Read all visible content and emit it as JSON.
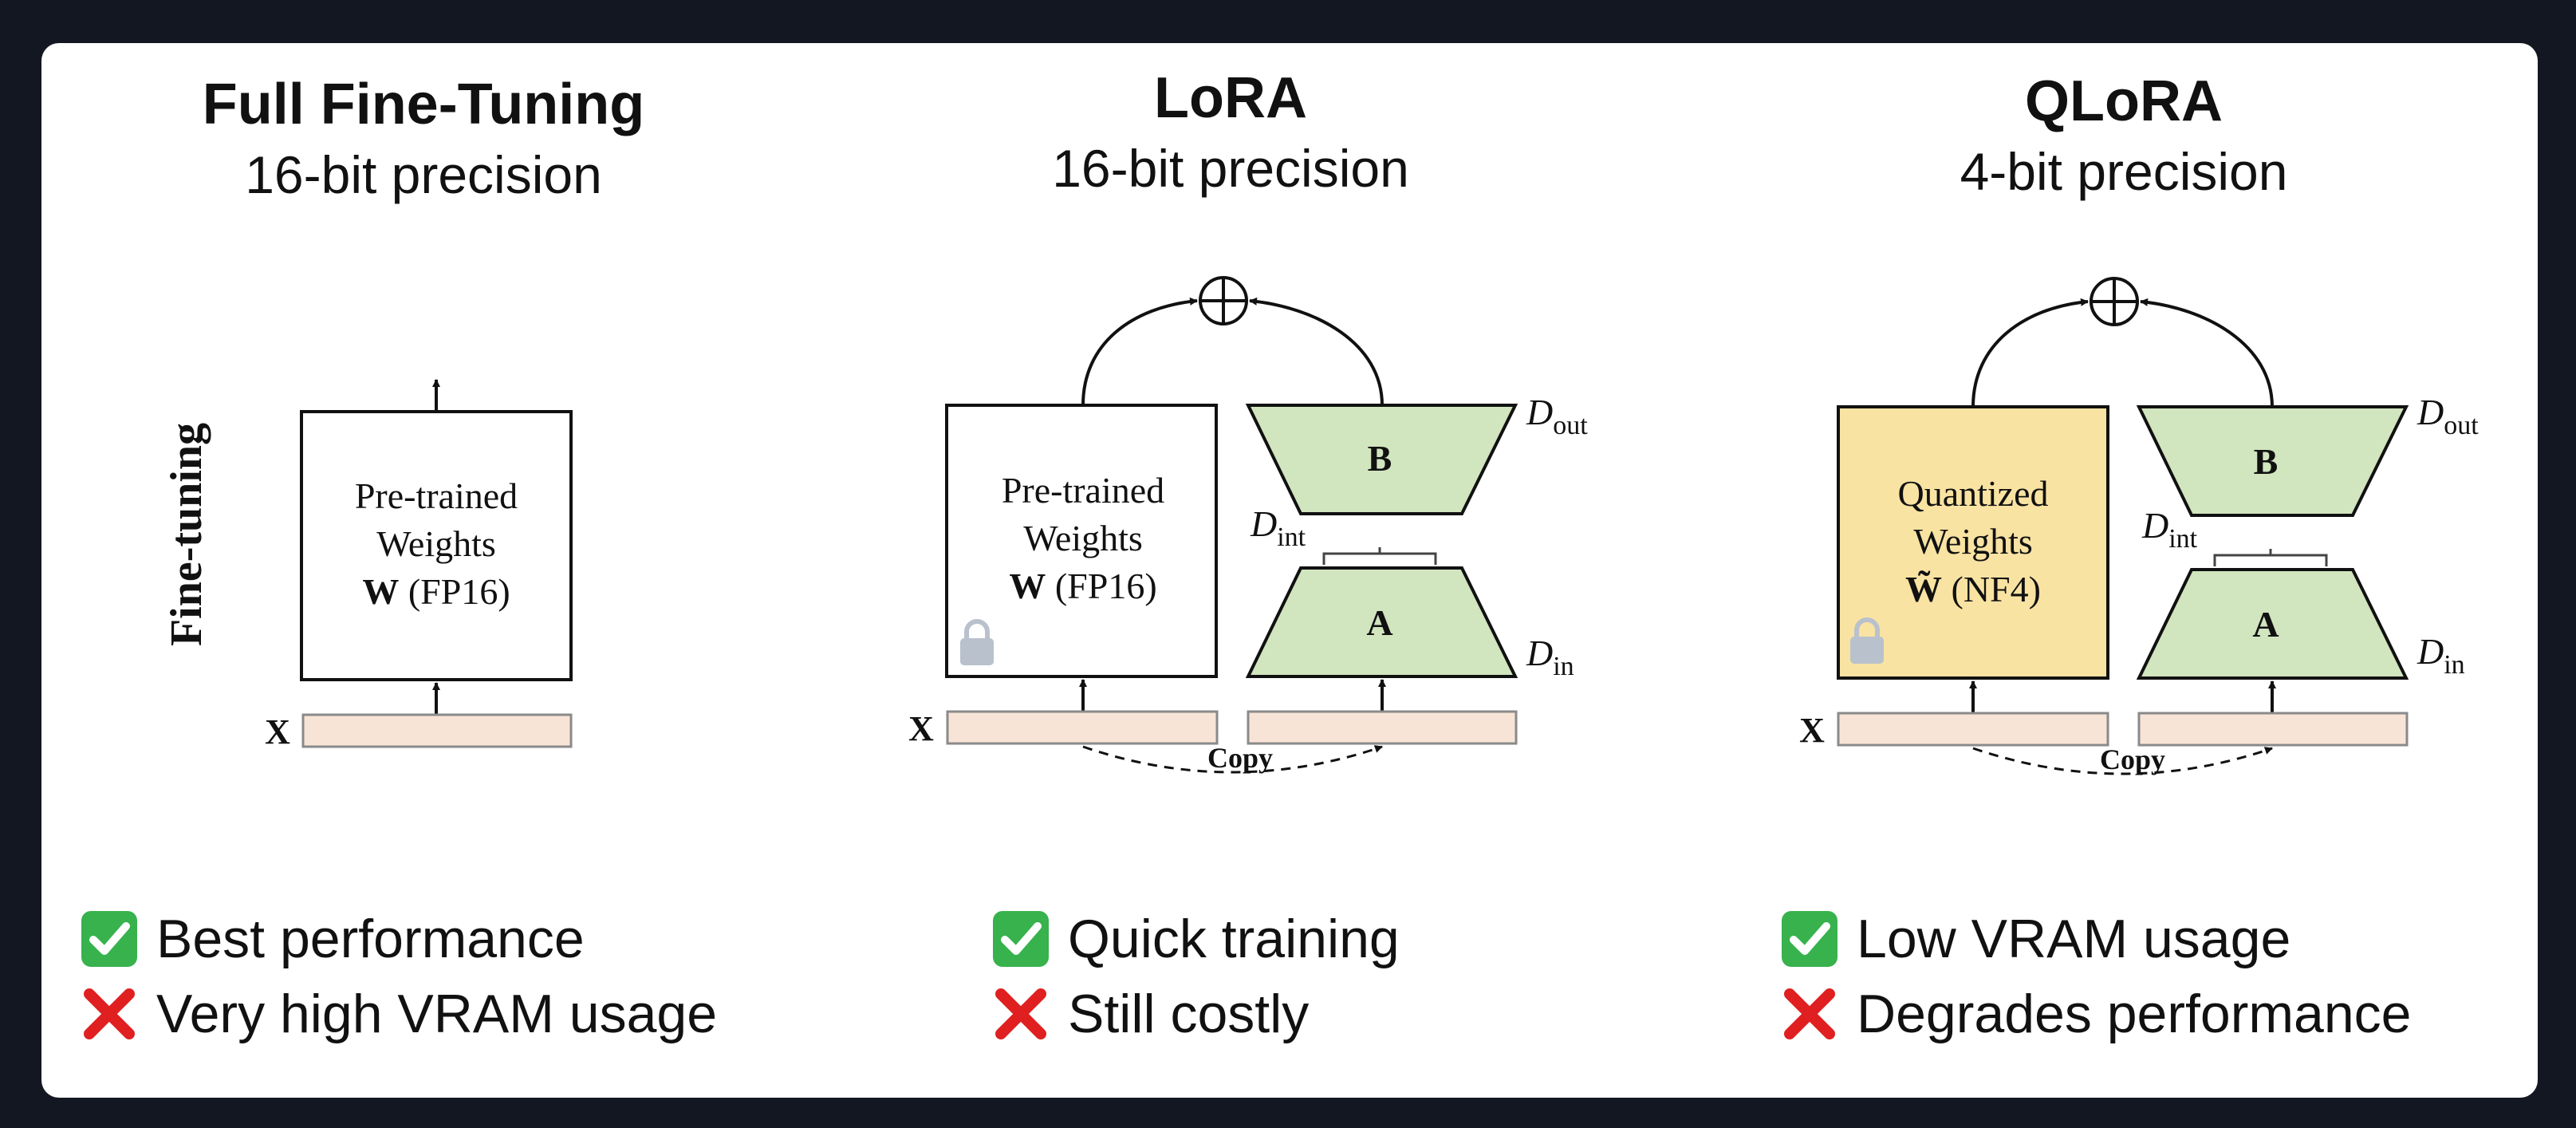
{
  "columns": [
    {
      "title": "Full Fine-Tuning",
      "precision": "16-bit precision",
      "pro": "Best performance",
      "con": "Very high VRAM usage"
    },
    {
      "title": "LoRA",
      "precision": "16-bit precision",
      "pro": "Quick training",
      "con": "Still costly"
    },
    {
      "title": "QLoRA",
      "precision": "4-bit precision",
      "pro": "Low VRAM usage",
      "con": "Degrades performance"
    }
  ],
  "diagram": {
    "side_label": "Fine-tuning",
    "input_label": "X",
    "pretrained": [
      "Pre-trained",
      "Weights",
      "W",
      "(FP16)"
    ],
    "quantized": [
      "Quantized",
      "Weights",
      "W̃",
      "(NF4)"
    ],
    "lora_a": "A",
    "lora_b": "B",
    "d_out": "D",
    "d_out_sub": "out",
    "d_int": "D",
    "d_int_sub": "int",
    "d_in": "D",
    "d_in_sub": "in",
    "copy_label": "Copy"
  },
  "colors": {
    "background": "#121722",
    "card": "#ffffff",
    "input_bar": "#f8e4d6",
    "lora_green": "#d1e5bf",
    "quantized_yellow": "#f9e3a2",
    "lock_gray": "#b9c1cc",
    "check_green": "#37b24d",
    "cross_red": "#e02020"
  },
  "icons": {
    "pro": "check-mark-icon",
    "con": "cross-mark-icon",
    "frozen": "lock-icon",
    "sum": "plus-circle-icon"
  }
}
